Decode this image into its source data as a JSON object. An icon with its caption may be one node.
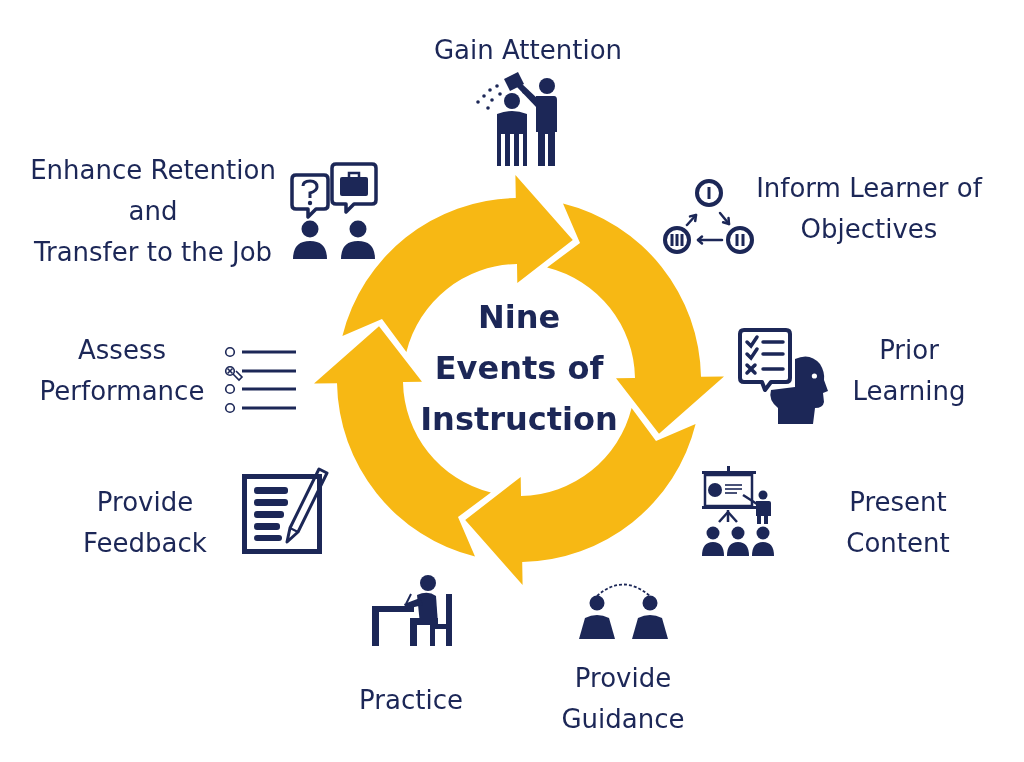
{
  "diagram": {
    "title": "Nine Events of Instruction",
    "labels": [
      "Gain Attention",
      "Inform Learner of Objectives",
      "Prior Learning",
      "Present Content",
      "Provide Guidance",
      "Practice",
      "Provide Feedback",
      "Assess Performance",
      "Enhance Retention and Transfer to the Job"
    ]
  }
}
